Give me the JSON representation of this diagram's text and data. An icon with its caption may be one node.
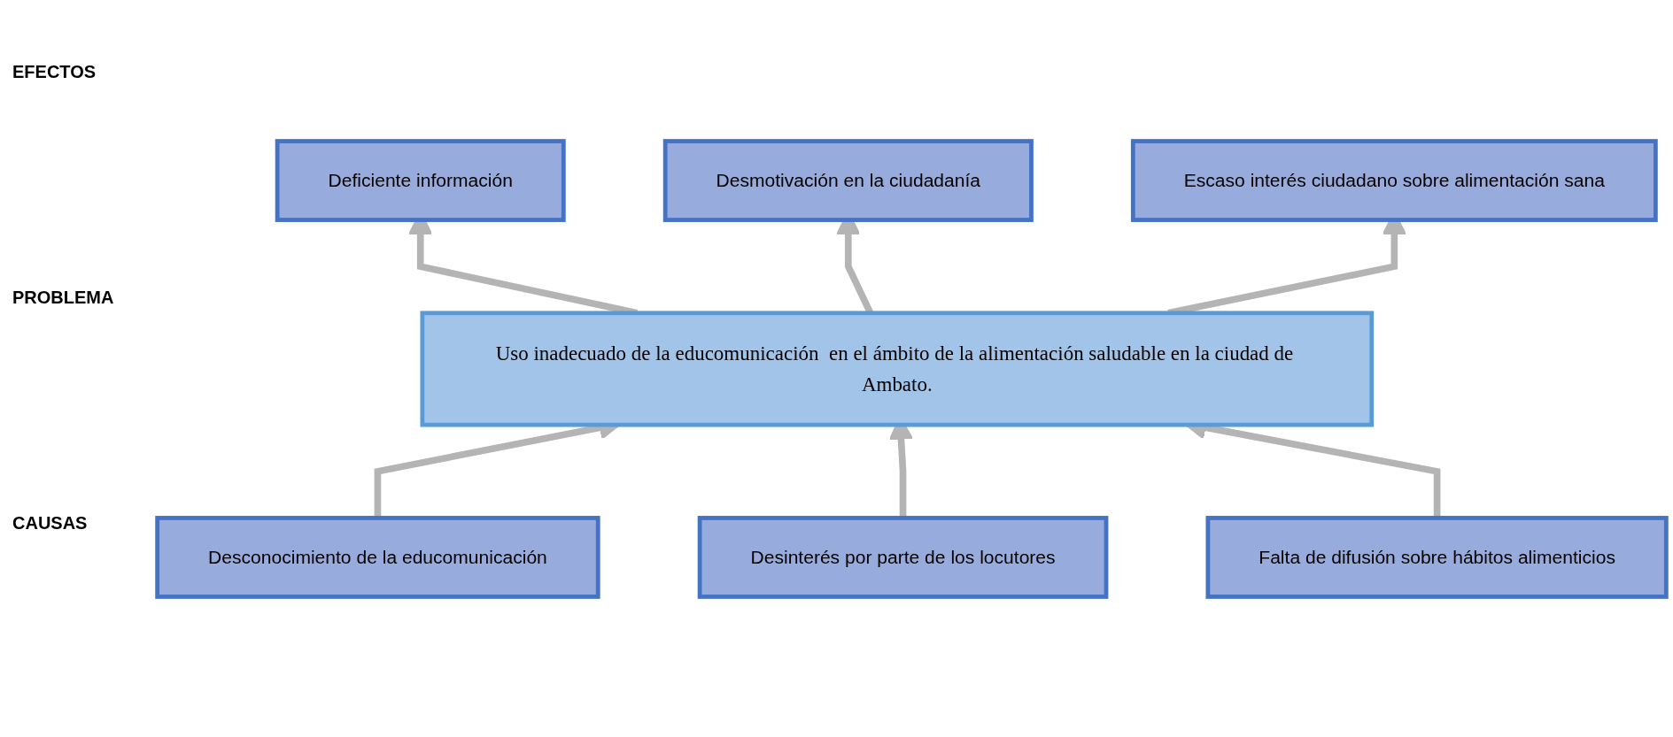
{
  "diagram": {
    "nodes": [
      {
        "text": [
          "Deficiente información"
        ]
      },
      {
        "text": [
          "Desmotivación en la ciudadanía"
        ]
      },
      {
        "text": [
          "Escaso interés ciudadano sobre alimentación sana"
        ]
      },
      {
        "text": [
          "Uso inadecuado de la educomunicación  en el ámbito de la alimentación saludable en la ciudad de Ambato."
        ]
      },
      {
        "text": [
          "Desconocimiento de la educomunicación"
        ]
      },
      {
        "text": [
          "Desinterés por parte de los locutores"
        ]
      },
      {
        "text": [
          "Falta de difusión sobre hábitos alimenticios"
        ]
      }
    ],
    "edges": [
      {
        "from": 4,
        "to": 3,
        "arrow": "to"
      },
      {
        "from": 5,
        "to": 3,
        "arrow": "to"
      },
      {
        "from": 6,
        "to": 3,
        "arrow": "to"
      },
      {
        "from": 3,
        "to": 0,
        "arrow": "to"
      },
      {
        "from": 3,
        "to": 1,
        "arrow": "to"
      },
      {
        "from": 3,
        "to": 2,
        "arrow": "to"
      }
    ],
    "labels": [
      "EFECTOS",
      "PROBLEMA",
      "CAUSAS"
    ]
  }
}
